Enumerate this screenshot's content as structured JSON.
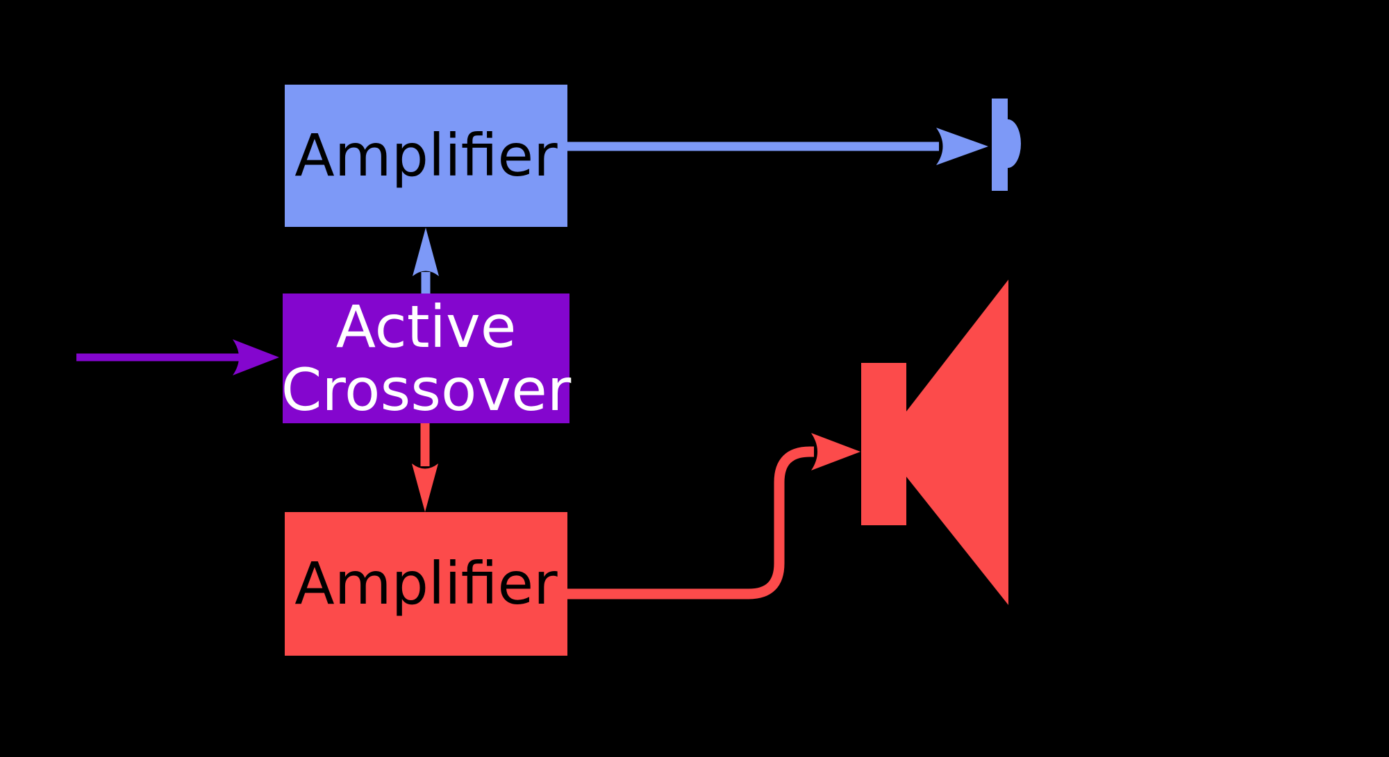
{
  "nodes": {
    "high_amplifier": {
      "label": "Amplifier"
    },
    "crossover": {
      "line1": "Active",
      "line2": "Crossover"
    },
    "low_amplifier": {
      "label": "Amplifier"
    }
  },
  "icons": {
    "tweeter": "tweeter-icon",
    "woofer": "woofer-icon"
  },
  "colors": {
    "background": "#000000",
    "high_band": "#7d99f7",
    "low_band": "#fc4b4b",
    "crossover_fill": "#8406ce",
    "input_signal": "#8406ce",
    "amplifier_text": "#000000",
    "crossover_text": "#ffffff"
  }
}
